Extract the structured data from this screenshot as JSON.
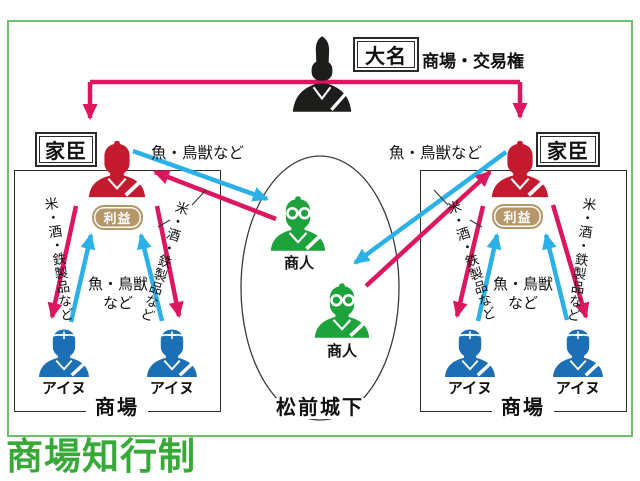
{
  "title": "商場知行制",
  "colors": {
    "frame_green": "#6cc06c",
    "title_green": "#36a937",
    "arrow_pink": "#dd1660",
    "arrow_cyan": "#2bb1e7",
    "daimyo_black": "#1d1d1b",
    "vassal_red": "#c31a2f",
    "merchant_green": "#1ea33c",
    "ainu_blue": "#1d6fb5",
    "profit_tan": "#b5976a"
  },
  "daimyo": {
    "label": "大名",
    "rights_label": "商場・交易権"
  },
  "vassals": {
    "left_label": "家臣",
    "right_label": "家臣",
    "profit_left": "利益",
    "profit_right": "利益"
  },
  "trade_labels": {
    "fish_top_left": "魚・鳥獣など",
    "fish_top_right": "魚・鳥獣など"
  },
  "left_market": {
    "name": "商場",
    "goods_outer": "米・酒・鉄製品など",
    "goods_inner": "米・酒・鉄製品など",
    "fish_line1": "魚・鳥獣",
    "fish_line2": "など",
    "ainu": [
      "アイヌ",
      "アイヌ"
    ]
  },
  "right_market": {
    "name": "商場",
    "goods_inner": "米・酒・鉄製品など",
    "goods_outer": "米・酒・鉄製品など",
    "fish_line1": "魚・鳥獣",
    "fish_line2": "など",
    "ainu": [
      "アイヌ",
      "アイヌ"
    ]
  },
  "castle_town": {
    "name": "松前城下",
    "merchants": [
      "商人",
      "商人"
    ]
  }
}
